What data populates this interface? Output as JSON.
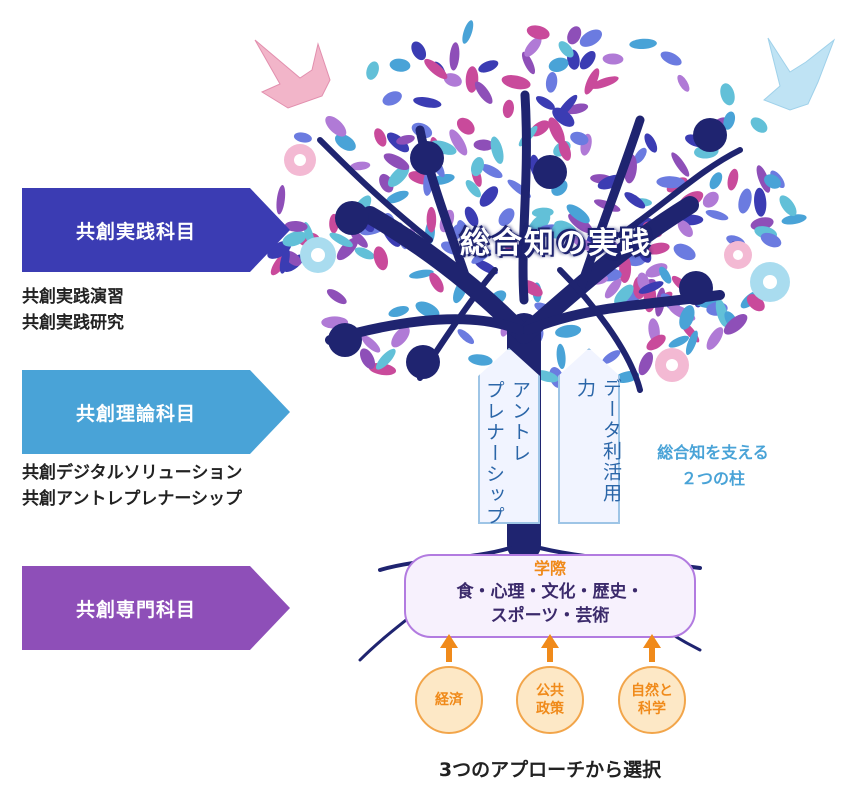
{
  "banners": {
    "practice": {
      "label": "共創実践科目",
      "color": "#3b3cb3"
    },
    "theory": {
      "label": "共創理論科目",
      "color": "#49a3d7"
    },
    "specialty": {
      "label": "共創専門科目",
      "color": "#8e4fb8"
    }
  },
  "practice_courses": [
    "共創実践演習",
    "共創実践研究"
  ],
  "theory_courses": [
    "共創デジタルソリューション",
    "共創アントレプレナーシップ"
  ],
  "tree": {
    "title": "総合知の実践",
    "pillar_left": "アントレ\nプレナーシップ",
    "pillar_right": "データ利活用力",
    "support_caption_line1": "総合知を支える",
    "support_caption_line2": "２つの柱"
  },
  "roots": {
    "heading": "学際",
    "line1": "食・心理・文化・歴史・",
    "line2": "スポーツ・芸術"
  },
  "approaches": {
    "economy": "経済",
    "public_policy_line1": "公共",
    "public_policy_line2": "政策",
    "nature_science_line1": "自然と",
    "nature_science_line2": "科学"
  },
  "approach_caption": "3つのアプローチから選択",
  "colors": {
    "trunk": "#1f2470",
    "leaf_palette": [
      "#3b3cb3",
      "#49a3d7",
      "#8e4fb8",
      "#c94a9b",
      "#6b7be0",
      "#62c0d8",
      "#b07ad6"
    ],
    "root_box_border": "#b27be0",
    "approach_orange": "#f08a1a"
  }
}
